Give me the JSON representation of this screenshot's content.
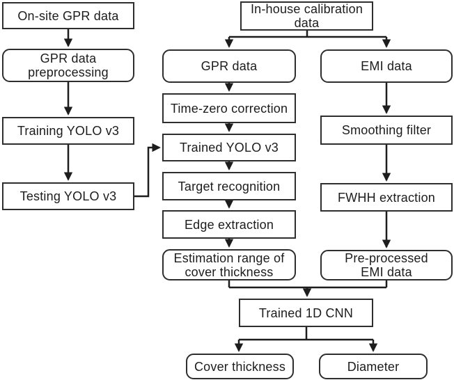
{
  "diagram": {
    "type": "flowchart",
    "description": "Processing pipeline combining on-site GPR data, in-house calibration GPR data and EMI data through YOLO v3 and a 1D CNN to estimate cover thickness and diameter",
    "colors": {
      "background": "#ffffff",
      "box_fill": "#ffffff",
      "box_border": "#2e2e2e",
      "arrow": "#1d1d1d",
      "text": "#1c1c1c"
    },
    "nodes": {
      "onsite_gpr": {
        "label": "On-site GPR data",
        "shape": "rect"
      },
      "gpr_preprocessing": {
        "label": "GPR data\npreprocessing",
        "shape": "rounded"
      },
      "training_yolo": {
        "label": "Training YOLO v3",
        "shape": "rect"
      },
      "testing_yolo": {
        "label": "Testing YOLO v3",
        "shape": "rect"
      },
      "inhouse_calibration": {
        "label": "In-house calibration\ndata",
        "shape": "rect"
      },
      "gpr_data": {
        "label": "GPR data",
        "shape": "rounded"
      },
      "time_zero": {
        "label": "Time-zero correction",
        "shape": "rect"
      },
      "trained_yolo": {
        "label": "Trained YOLO v3",
        "shape": "rect"
      },
      "target_recognition": {
        "label": "Target recognition",
        "shape": "rect"
      },
      "edge_extraction": {
        "label": "Edge extraction",
        "shape": "rect"
      },
      "estimation_range": {
        "label": "Estimation range of\ncover thickness",
        "shape": "rounded"
      },
      "emi_data": {
        "label": "EMI data",
        "shape": "rounded"
      },
      "smoothing_filter": {
        "label": "Smoothing filter",
        "shape": "rect"
      },
      "fwhh_extraction": {
        "label": "FWHH extraction",
        "shape": "rect"
      },
      "preprocessed_emi": {
        "label": "Pre-processed\nEMI data",
        "shape": "rounded"
      },
      "trained_cnn": {
        "label": "Trained 1D CNN",
        "shape": "rect"
      },
      "cover_thickness": {
        "label": "Cover thickness",
        "shape": "rounded"
      },
      "diameter": {
        "label": "Diameter",
        "shape": "rounded"
      }
    },
    "edges": [
      {
        "from": "onsite_gpr",
        "to": "gpr_preprocessing"
      },
      {
        "from": "gpr_preprocessing",
        "to": "training_yolo"
      },
      {
        "from": "training_yolo",
        "to": "testing_yolo"
      },
      {
        "from": "testing_yolo",
        "to": "trained_yolo"
      },
      {
        "from": "inhouse_calibration",
        "to": "gpr_data"
      },
      {
        "from": "inhouse_calibration",
        "to": "emi_data"
      },
      {
        "from": "gpr_data",
        "to": "time_zero"
      },
      {
        "from": "time_zero",
        "to": "trained_yolo"
      },
      {
        "from": "trained_yolo",
        "to": "target_recognition"
      },
      {
        "from": "target_recognition",
        "to": "edge_extraction"
      },
      {
        "from": "edge_extraction",
        "to": "estimation_range"
      },
      {
        "from": "emi_data",
        "to": "smoothing_filter"
      },
      {
        "from": "smoothing_filter",
        "to": "fwhh_extraction"
      },
      {
        "from": "fwhh_extraction",
        "to": "preprocessed_emi"
      },
      {
        "from": "estimation_range",
        "to": "trained_cnn"
      },
      {
        "from": "preprocessed_emi",
        "to": "trained_cnn"
      },
      {
        "from": "trained_cnn",
        "to": "cover_thickness"
      },
      {
        "from": "trained_cnn",
        "to": "diameter"
      }
    ]
  }
}
